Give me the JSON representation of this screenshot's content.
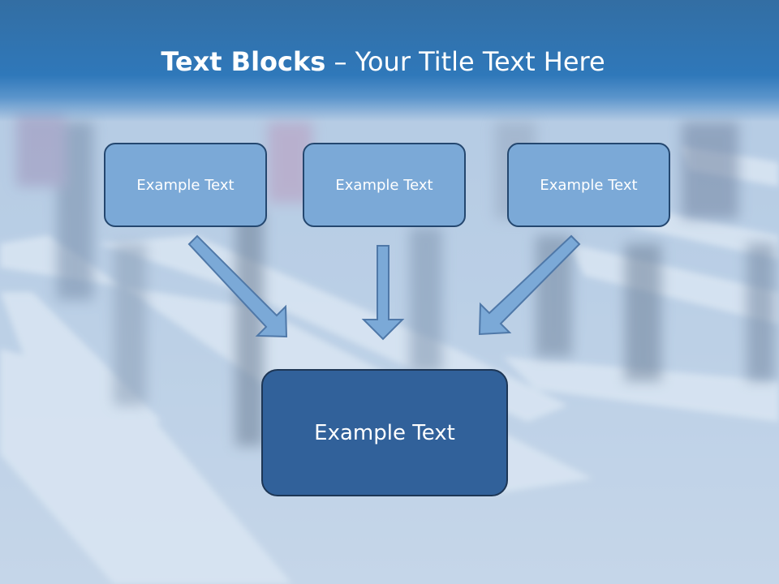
{
  "slide": {
    "title_strong": "Text Blocks",
    "title_dash": " – ",
    "title_rest": "Your Title Text Here",
    "blocks": [
      "Example Text",
      "Example Text",
      "Example Text"
    ],
    "target": "Example Text"
  },
  "colors": {
    "title_band": "#2f78ba",
    "small_box_fill": "#7ba9d7",
    "small_box_border": "#24476f",
    "big_box_fill": "#31619a",
    "arrow_fill": "#7ba9d7"
  },
  "background": "blurred-pedestrians-on-crosswalk-photo"
}
